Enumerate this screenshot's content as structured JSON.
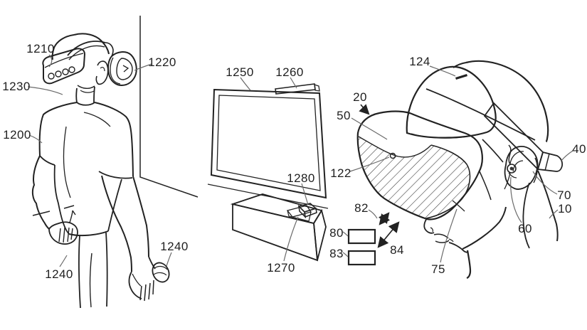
{
  "figure": {
    "type": "patent-line-drawing",
    "colors": {
      "background": "#ffffff",
      "ink": "#222222",
      "leader_line": "#6a6a6a",
      "label_text": "#1f1f1f",
      "hatch": "#3a3a3a"
    },
    "labels": {
      "user": "1200",
      "headband": "1210",
      "headset": "1220",
      "rear_band": "1230",
      "controller": "1240",
      "display": "1250",
      "camera_bar": "1260",
      "console": "1270",
      "dongle": "1280",
      "hmd": "20",
      "head": "10",
      "strap_end": "40",
      "visor_housing": "50",
      "earpiece": "60",
      "ear": "70",
      "mouth_area": "75",
      "device_box_a": "80",
      "wireless_link_a": "82",
      "device_box_b": "83",
      "wireless_link_b": "84",
      "front_marker": "122",
      "top_indicator": "124"
    }
  }
}
